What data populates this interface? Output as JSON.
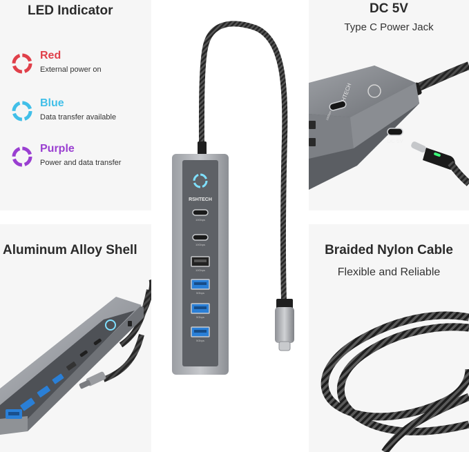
{
  "led_panel": {
    "title": "LED Indicator",
    "items": [
      {
        "name": "Red",
        "description": "External power on",
        "color": "#e0404a"
      },
      {
        "name": "Blue",
        "description": "Data transfer available",
        "color": "#41bfe8"
      },
      {
        "name": "Purple",
        "description": "Power and data transfer",
        "color": "#9a3fd1"
      }
    ]
  },
  "dc_panel": {
    "title": "DC 5V",
    "subtitle": "Type C Power Jack",
    "jack_label": "DC 5V",
    "brand": "RSHTECH",
    "port_speed": "10Gbps"
  },
  "hub": {
    "brand": "RSHTECH",
    "port_labels": [
      "10Gbps",
      "10Gbps",
      "10Gbps",
      "5Gbps",
      "5Gbps",
      "5Gbps"
    ]
  },
  "alu_panel": {
    "title": "Aluminum Alloy Shell"
  },
  "cable_panel": {
    "title": "Braided Nylon Cable",
    "subtitle": "Flexible and Reliable"
  },
  "colors": {
    "panel_bg": "#f6f6f6",
    "hub_shell": "#8c8f94",
    "hub_face": "#5f6268",
    "usb_a_blue": "#2a7fd6",
    "led_cyan": "#7fe0ff",
    "cable": "#2b2b2b"
  }
}
